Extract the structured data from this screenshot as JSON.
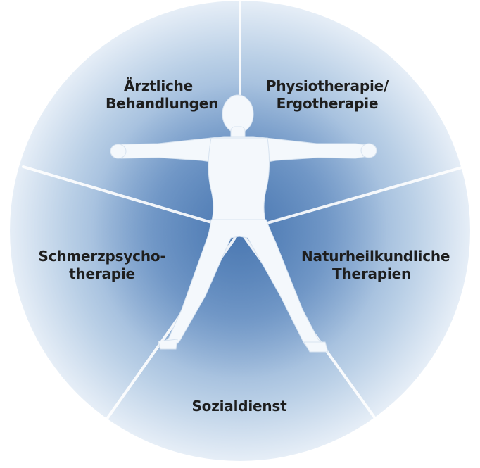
{
  "diagram": {
    "segments": [
      {
        "id": "aerztliche",
        "lines": [
          "Ärztliche",
          "Behandlungen"
        ]
      },
      {
        "id": "physio",
        "lines": [
          "Physiotherapie/",
          "Ergotherapie"
        ]
      },
      {
        "id": "schmerz",
        "lines": [
          "Schmerzpsycho-",
          "therapie"
        ]
      },
      {
        "id": "natur",
        "lines": [
          "Naturheilkundliche",
          "Therapien"
        ]
      },
      {
        "id": "sozial",
        "lines": [
          "Sozialdienst"
        ]
      }
    ],
    "colors": {
      "center": "#5a86bd",
      "mid": "#a9c3df",
      "edge": "#e6eef7",
      "divider": "#ffffff",
      "figure": "#f4f8fc",
      "text": "#1e1e1e"
    },
    "figure_icon": "human-figure-icon"
  }
}
